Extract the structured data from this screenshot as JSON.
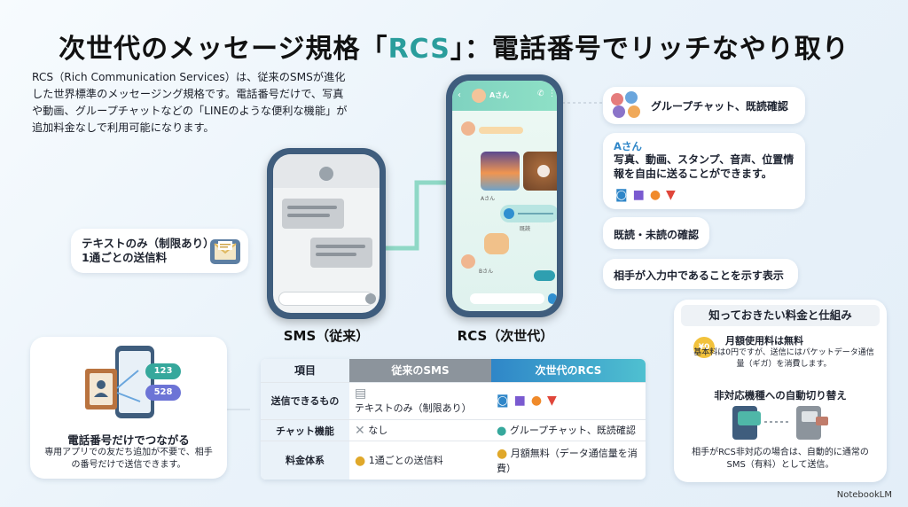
{
  "title_main": "次世代のメッセージ規格「",
  "title_rcs": "RCS",
  "title_tail": "」：電話番号でリッチなやり取り",
  "intro": "RCS（Rich Communication Services）は、従来のSMSが進化した世界標準のメッセージング規格です。電話番号だけで、写真や動画、グループチャットなどの「LINEのような便利な機能」が追加料金なしで利用可能になります。",
  "sms_note": {
    "line1": "テキストのみ（制限あり）",
    "line2": "1通ごとの送信料"
  },
  "sms_label": "SMS（従来）",
  "rcs_label": "RCS（次世代）",
  "rcs_phone": {
    "contact": "Aさん",
    "caption_a": "Aさん",
    "caption_b": "Bさん",
    "read": "既読"
  },
  "features": {
    "group": "グループチャット、既読確認",
    "media_name": "Aさん",
    "media_text": "写真、動画、スタンプ、音声、位置情報を自由に送ることができます。",
    "read": "既読・未読の確認",
    "typing": "相手が入力中であることを示す表示"
  },
  "phone_card": {
    "num1": "123",
    "num2": "528",
    "title": "電話番号だけでつながる",
    "desc": "専用アプリでの友だち追加が不要で、相手の番号だけで送信できます。"
  },
  "table": {
    "headers": [
      "項目",
      "従来のSMS",
      "次世代のRCS"
    ],
    "rows": [
      {
        "item": "送信できるもの",
        "sms": "テキストのみ（制限あり）",
        "rcs": ""
      },
      {
        "item": "チャット機能",
        "sms": "なし",
        "rcs": "グループチャット、既読確認"
      },
      {
        "item": "料金体系",
        "sms": "1通ごとの送信料",
        "rcs": "月額無料（データ通信量を消費）"
      }
    ]
  },
  "fee": {
    "heading": "知っておきたい料金と仕組み",
    "badge": "¥0",
    "sub1_title": "月額使用料は無料",
    "sub1_desc": "基本料は0円ですが、送信にはパケットデータ通信量（ギガ）を消費します。",
    "sub2_title": "非対応機種への自動切り替え",
    "sub2_desc": "相手がRCS非対応の場合は、自動的に通常のSMS（有料）として送信。"
  },
  "footer": "NotebookLM",
  "colors": {
    "accent": "#2a9d9c",
    "rcs_header": "#2f86c8",
    "sms_header": "#8c949c"
  }
}
